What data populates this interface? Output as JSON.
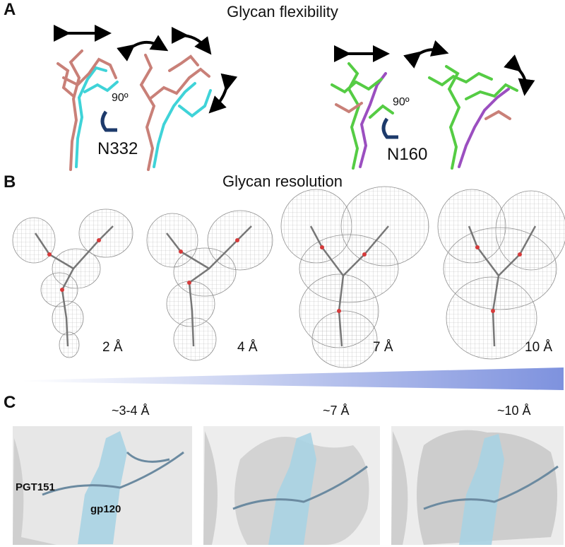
{
  "panels": {
    "a": {
      "letter": "A",
      "title": "Glycan flexibility",
      "glycans": [
        {
          "label": "N332",
          "rotation": "90º"
        },
        {
          "label": "N160",
          "rotation": "90º"
        }
      ]
    },
    "b": {
      "letter": "B",
      "title": "Glycan resolution",
      "resolutions": [
        "2 Å",
        "4 Å",
        "7 Å",
        "10 Å"
      ]
    },
    "c": {
      "letter": "C",
      "resolutions": [
        "~3-4 Å",
        "~7 Å",
        "~10 Å"
      ],
      "labels": {
        "antibody": "PGT151",
        "protein": "gp120"
      }
    }
  },
  "colors": {
    "glycan_a": "#c98078",
    "glycan_b": "#3fd3d8",
    "glycan_c": "#55cc44",
    "glycan_d": "#9b4fc0",
    "mesh": "#b9b9b9",
    "gradient_end": "#7e92de",
    "ribbon": "#a8d3e3",
    "surface": "#d9d9d9"
  }
}
